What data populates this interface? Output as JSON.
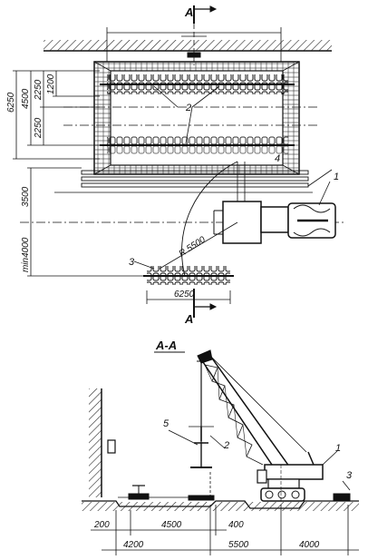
{
  "section_marks": {
    "top": "A",
    "bottom": "A",
    "title": "A-A"
  },
  "plan": {
    "dims_left": {
      "d6250": "6250",
      "d4500": "4500",
      "d2250a": "2250",
      "d2250b": "2250",
      "d1200": "1200",
      "d3500": "3500",
      "dmin4000": "min4000"
    },
    "radius": "R 5500",
    "row_width": "6250",
    "callouts": {
      "c1": "1",
      "c2": "2",
      "c3": "3",
      "c4": "4"
    }
  },
  "section": {
    "callouts": {
      "c1": "1",
      "c2": "2",
      "c3": "3",
      "c5": "5"
    },
    "dims_row1": {
      "d200": "200",
      "d4500": "4500",
      "d400": "400"
    },
    "dims_row2": {
      "d4200": "4200",
      "d5500": "5500",
      "d4000": "4000"
    }
  }
}
